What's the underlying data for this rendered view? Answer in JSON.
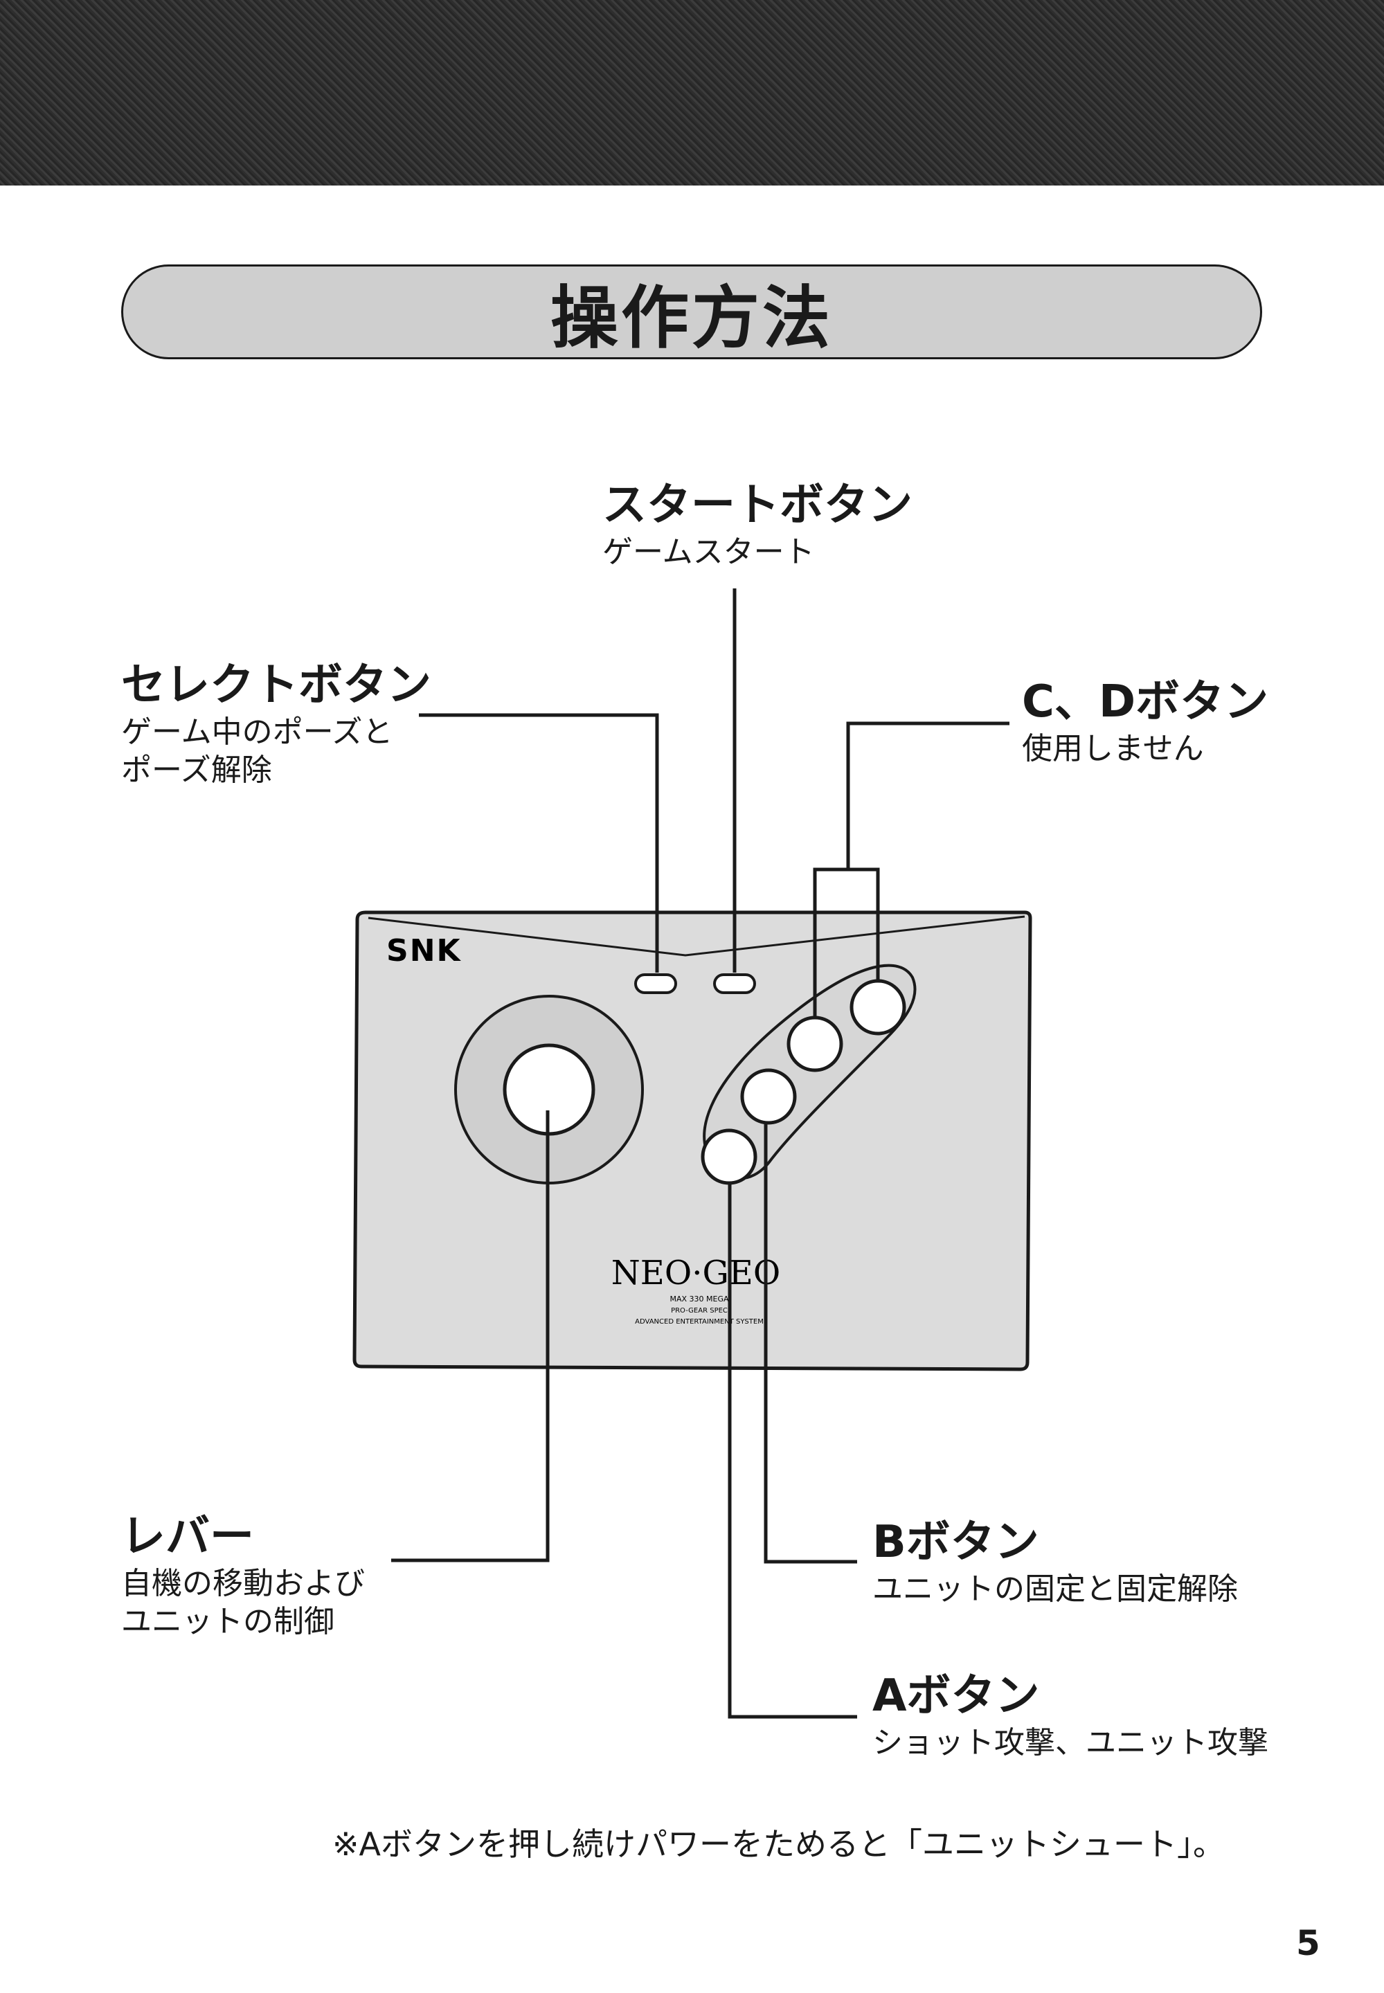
{
  "section_title": "操作方法",
  "labels": {
    "start": {
      "title": "スタートボタン",
      "desc": [
        "ゲームスタート"
      ]
    },
    "select": {
      "title": "セレクトボタン",
      "desc": [
        "ゲーム中のポーズと",
        "ポーズ解除"
      ]
    },
    "cd": {
      "title": "C、Dボタン",
      "desc": [
        "使用しません"
      ]
    },
    "lever": {
      "title": "レバー",
      "desc": [
        "自機の移動および",
        "ユニットの制御"
      ]
    },
    "b": {
      "title": "Bボタン",
      "desc": [
        "ユニットの固定と固定解除"
      ]
    },
    "a": {
      "title": "Aボタン",
      "desc": [
        "ショット攻撃、ユニット攻撃"
      ]
    }
  },
  "controller": {
    "brand_logo": "SNK",
    "product_logo": "NEO·GEO",
    "fine_print": [
      "MAX 330 MEGA",
      "PRO-GEAR SPEC",
      "ADVANCED ENTERTAINMENT SYSTEM"
    ]
  },
  "footnote": "※Aボタンを押し続けパワーをためると「ユニットシュート」。",
  "page_number": "5"
}
